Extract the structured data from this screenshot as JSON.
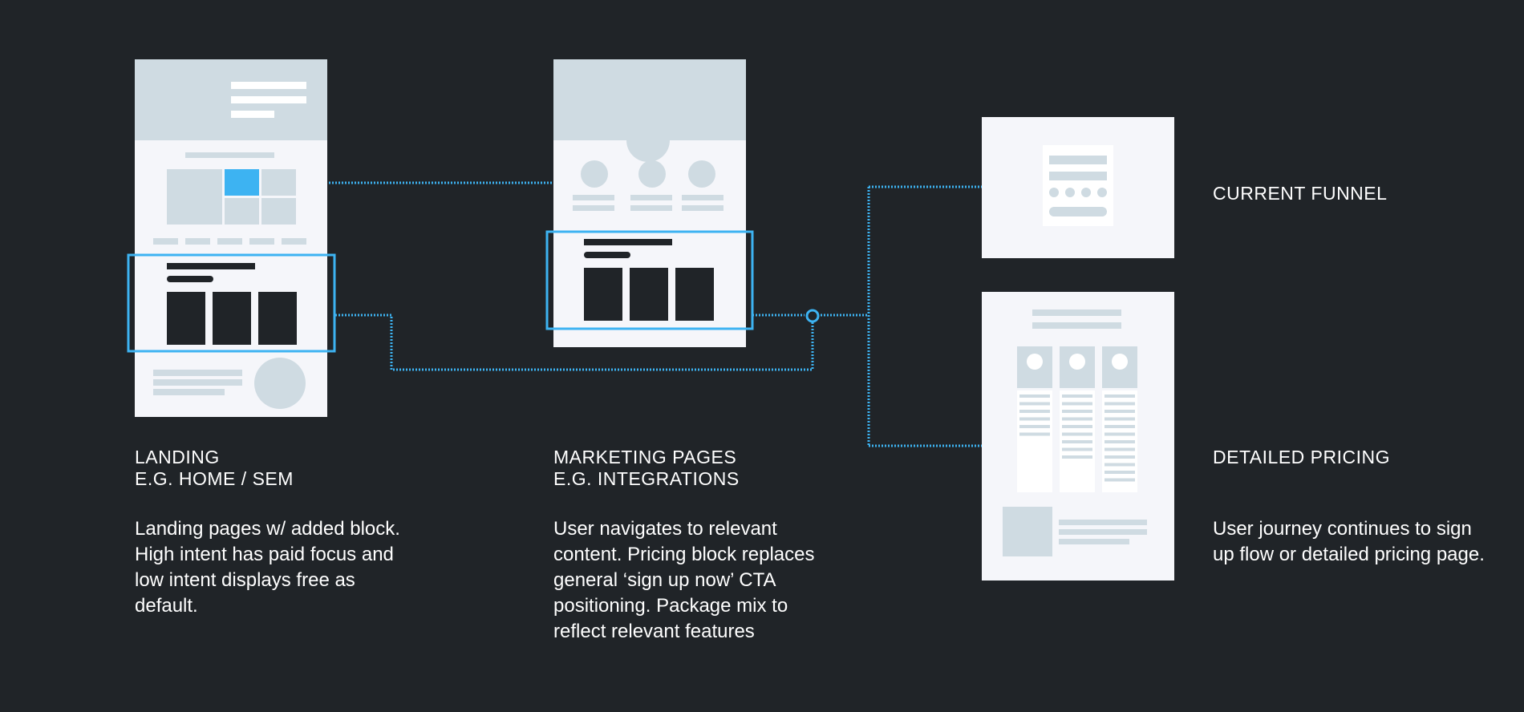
{
  "colors": {
    "background": "#202428",
    "page": "#f5f6fa",
    "block": "#cfdbe2",
    "dark": "#202428",
    "accent": "#3db3f2"
  },
  "landing": {
    "heading_line1": "LANDING",
    "heading_line2": "E.G. HOME / SEM",
    "description": "Landing pages w/ added block. High intent has paid focus and low intent displays free as default."
  },
  "marketing": {
    "heading_line1": "MARKETING PAGES",
    "heading_line2": "E.G. INTEGRATIONS",
    "description": "User navigates to relevant content. Pricing block replaces general ‘sign up now’ CTA positioning. Package mix to reflect relevant features"
  },
  "current_funnel": {
    "heading": "CURRENT FUNNEL"
  },
  "detailed_pricing": {
    "heading": "DETAILED PRICING",
    "description": "User journey continues to sign up flow or detailed pricing page."
  }
}
